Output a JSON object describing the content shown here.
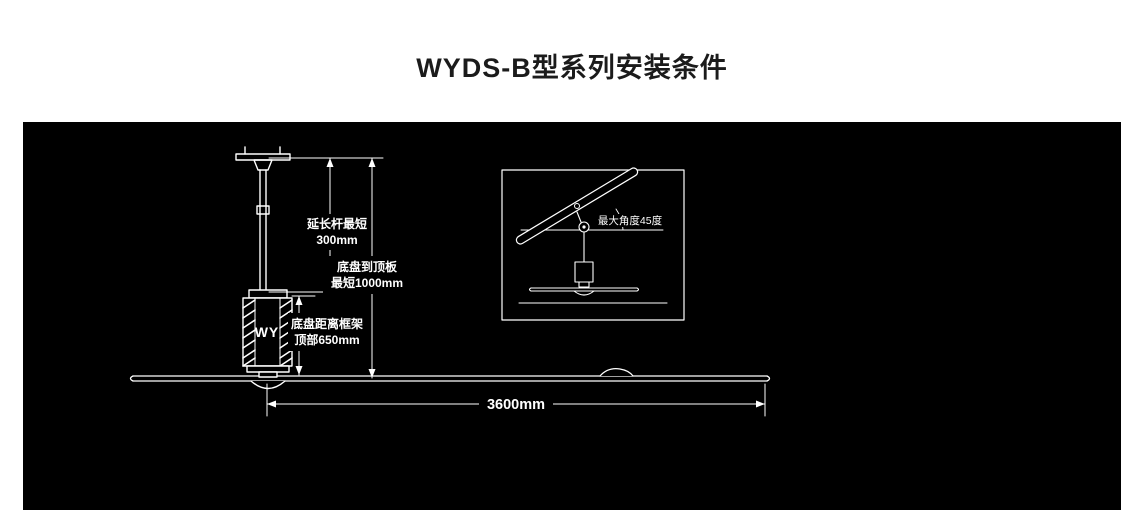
{
  "title": "WYDS-B型系列安装条件",
  "diagram": {
    "motor_label": "WY",
    "dimensions": {
      "extension_rod_label": "延长杆最短",
      "extension_rod_value": "300mm",
      "base_to_ceiling_label": "底盘到顶板",
      "base_to_ceiling_value": "最短1000mm",
      "base_to_frame_label": "底盘距离框架",
      "base_to_frame_value": "顶部650mm",
      "blade_diameter_value": "3600mm"
    },
    "inset": {
      "max_angle_label": "最大角度45度"
    },
    "colors": {
      "page_background": "#ffffff",
      "panel_background": "#000000",
      "line_color": "#ffffff",
      "title_color": "#1b1b1b"
    }
  }
}
